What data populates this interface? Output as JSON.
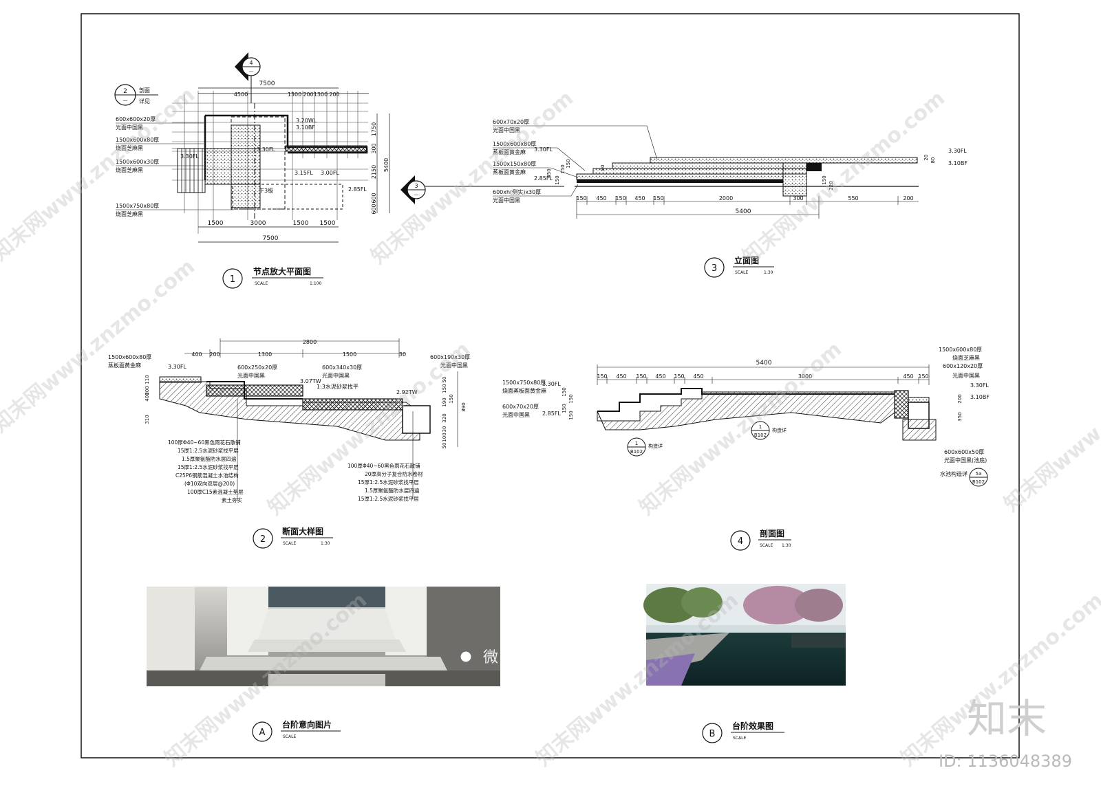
{
  "sheet": {
    "watermark_text": "知末网www.znzmo.com",
    "brand_logo": "知末",
    "id_label": "ID: 1136048389"
  },
  "views": [
    {
      "num": "1",
      "title": "节点放大平面图",
      "scale_word": "SCALE",
      "scale": "1:100"
    },
    {
      "num": "3",
      "title": "立面图",
      "scale_word": "SCALE",
      "scale": "1:30"
    },
    {
      "num": "2",
      "title": "断面大样图",
      "scale_word": "SCALE",
      "scale": "1:30"
    },
    {
      "num": "4",
      "title": "剖面图",
      "scale_word": "SCALE",
      "scale": "1:30"
    },
    {
      "num": "A",
      "title": "台阶意向图片",
      "scale_word": "SCALE",
      "scale": ""
    },
    {
      "num": "B",
      "title": "台阶效果图",
      "scale_word": "SCALE",
      "scale": ""
    }
  ],
  "plan": {
    "section_marker_num": "2",
    "section_marker_lines": [
      "剖面",
      "详见"
    ],
    "marker_4": "4",
    "marker_3": "3",
    "dims_top": [
      "7500",
      "4500",
      "1300",
      "200",
      "1300",
      "200"
    ],
    "dims_bottom": [
      "1500",
      "3000",
      "1500",
      "1500",
      "7500"
    ],
    "dims_right": [
      "1750",
      "300",
      "2150",
      "5400",
      "600",
      "600"
    ],
    "labels": [
      "600x600x20厚",
      "光面中国黑",
      "1500x600x80厚",
      "烧面芝麻黑",
      "1500x600x30厚",
      "烧面芝麻黑",
      "1500x750x80厚",
      "烧面芝麻黑"
    ],
    "levels": [
      "3.20WL",
      "3.10BF",
      "3.30FL",
      "3.30FL",
      "3.15FL",
      "3.00FL",
      "2.85FL",
      "下3级"
    ]
  },
  "elevation": {
    "labels": [
      "600x70x20厚",
      "光面中国黑",
      "1500x600x80厚",
      "蒸板面黄金麻",
      "1500x150x80厚",
      "蒸板面黄金麻",
      "600xh(侧实)x30厚",
      "光面中国黑"
    ],
    "levels": [
      "3.30FL",
      "2.85FL",
      "3.30FL",
      "3.10BF"
    ],
    "dims_bottom": [
      "150",
      "450",
      "150",
      "450",
      "150",
      "2000",
      "300",
      "550",
      "200"
    ],
    "total": "5400",
    "dims_left": [
      "450",
      "150",
      "150",
      "150",
      "80"
    ],
    "dims_right": [
      "20",
      "80",
      "220",
      "150"
    ]
  },
  "section": {
    "dims_top": [
      "2800",
      "400",
      "200",
      "1300",
      "1500",
      "30"
    ],
    "labels_top": [
      "1500x600x80厚",
      "蒸板面黄金麻",
      "600x250x20厚",
      "光面中国黑",
      "600x340x30厚",
      "光面中国黑",
      "1:3水泥砂浆找平",
      "600x190x30厚",
      "光面中国黑"
    ],
    "levels": [
      "3.30FL",
      "3.07TW",
      "2.92TW"
    ],
    "dims_left": [
      "110",
      "100",
      "400",
      "310"
    ],
    "dims_right": [
      "50",
      "150",
      "190",
      "150",
      "890",
      "320",
      "30",
      "100",
      "50"
    ],
    "layers_left": [
      "100厚Φ40~60黑色雨花石散铺",
      "15厚1:2.5水泥砂浆找平层",
      "1.5厚聚氨酯防水层四遍",
      "15厚1:2.5水泥砂浆找平层",
      "C25P6钢筋混凝土水池结构",
      "(Φ10双向双层@200)",
      "100厚C15素混凝土垫层",
      "素土夯实"
    ],
    "layers_right": [
      "100厚Φ40~60黑色雨花石散铺",
      "20厚高分子复合防水卷材",
      "15厚1:2.5水泥砂浆找平层",
      "1.5厚聚氨酯防水层四遍",
      "15厚1:2.5水泥砂浆找平层"
    ]
  },
  "cut_section": {
    "total": "5400",
    "dims_top": [
      "150",
      "450",
      "150",
      "450",
      "150",
      "450",
      "3000",
      "450",
      "150"
    ],
    "labels_left": [
      "1500x750x80厚",
      "烧面蒸板面黄金麻",
      "600x70x20厚",
      "光面中国黑"
    ],
    "labels_right": [
      "1500x600x80厚",
      "烧面芝麻黑",
      "600x120x20厚",
      "光面中国黑",
      "600x600x50厚",
      "光面中国黑(池底)",
      "水池构造详",
      "构造详"
    ],
    "levels": [
      "3.30FL",
      "2.85FL",
      "3.30FL",
      "3.10BF"
    ],
    "dims_left": [
      "150",
      "150",
      "150",
      "150"
    ],
    "dims_right": [
      "200",
      "350"
    ],
    "refs": [
      {
        "top": "1",
        "bottom": "B102"
      },
      {
        "top": "1",
        "bottom": "B102"
      },
      {
        "top": "5a",
        "bottom": "B102"
      }
    ],
    "ref_notes": [
      "构造详",
      "构造详"
    ]
  },
  "photos": {
    "photo_a_badge": "微",
    "photo_a_desc": "stone steps photo",
    "photo_b_desc": "rendering"
  }
}
